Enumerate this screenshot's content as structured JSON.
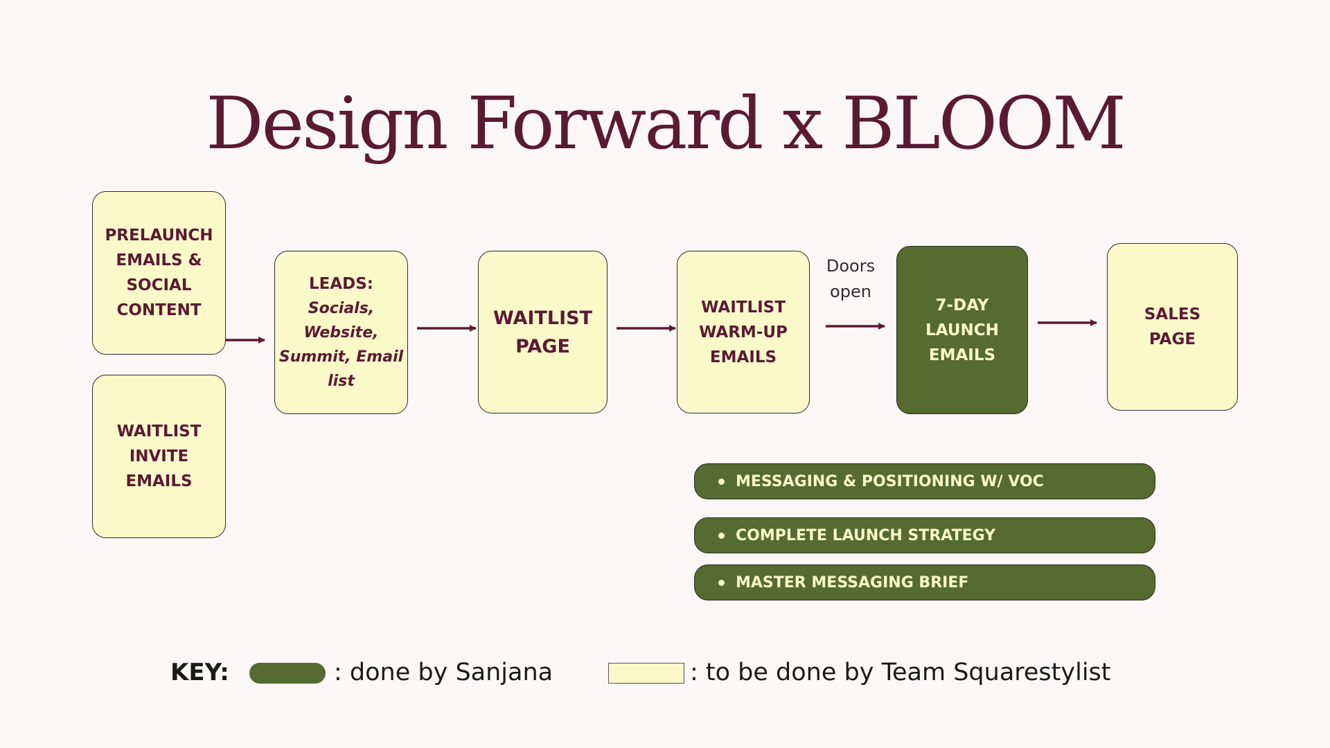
{
  "title": "Design Forward x BLOOM",
  "colors": {
    "background": "#fcf7f7",
    "title": "#5b1a33",
    "done_fill": "#556b2f",
    "todo_fill": "#fbf9c9",
    "arrow": "#5b1a33"
  },
  "boxes": {
    "prelaunch": "PRELAUNCH\nEMAILS &\nSOCIAL\nCONTENT",
    "waitlist_invite": "WAITLIST\nINVITE\nEMAILS",
    "leads": {
      "heading": "LEADS:",
      "detail": "Socials,\nWebsite,\nSummit, Email\nlist"
    },
    "waitlist_page": "WAITLIST\nPAGE",
    "warmup": "WAITLIST\nWARM-UP\nEMAILS",
    "launch": "7-DAY\nLAUNCH\nEMAILS",
    "sales": "SALES\nPAGE"
  },
  "doors_label": "Doors\nopen",
  "deliverables": [
    "MESSAGING & POSITIONING W/ VOC",
    "COMPLETE LAUNCH STRATEGY",
    "MASTER MESSAGING BRIEF"
  ],
  "key": {
    "label": "KEY:",
    "done_text": ": done by Sanjana",
    "todo_text": ": to be done by Team Squarestylist"
  }
}
